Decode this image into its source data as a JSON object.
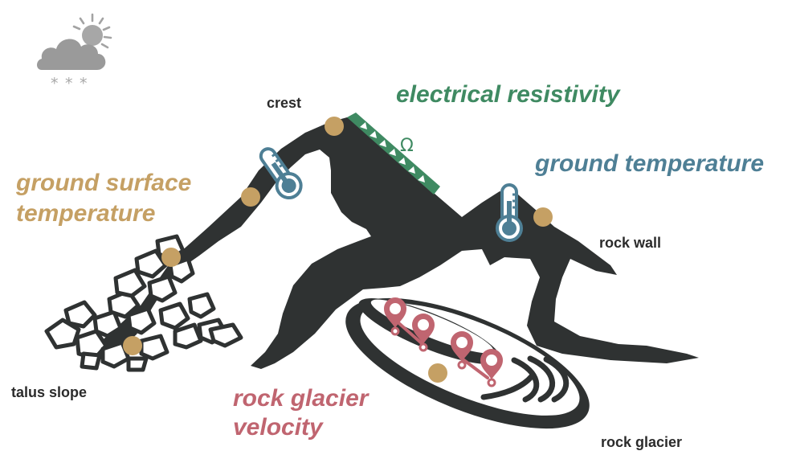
{
  "colors": {
    "mountain": "#2f3232",
    "ground_surface_temperature": "#c5a064",
    "electrical_resistivity": "#3f8a62",
    "ground_temperature": "#4e7f95",
    "rock_glacier_velocity": "#c06570",
    "weather_icon": "#9a9a9a"
  },
  "icons": {
    "weather": "cloud-sun-snow-icon",
    "thermometer": "thermometer-icon",
    "gps_marker": "gps-pin-icon",
    "ohm": "Ω"
  },
  "labels": {
    "crest": "crest",
    "rock_wall": "rock wall",
    "talus_slope": "talus slope",
    "rock_glacier": "rock glacier"
  },
  "methods": {
    "electrical_resistivity": "electrical resistivity",
    "ground_temperature": "ground temperature",
    "ground_surface_temperature_line1": "ground surface",
    "ground_surface_temperature_line2": "temperature",
    "rock_glacier_velocity_line1": "rock glacier",
    "rock_glacier_velocity_line2": "velocity"
  }
}
